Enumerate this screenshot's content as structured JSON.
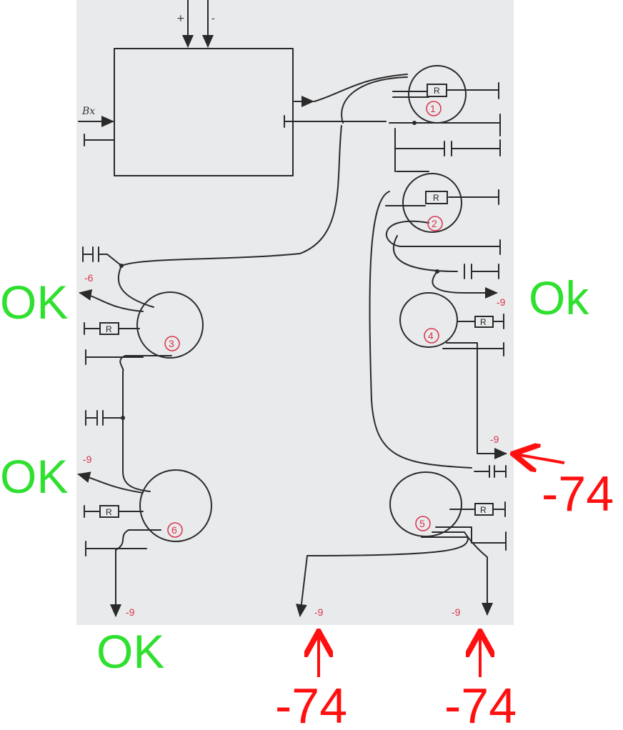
{
  "ic": {
    "plus": "+",
    "minus": "-",
    "input": "Bx"
  },
  "resistor": "R",
  "tubes": [
    {
      "id": "1",
      "label": "1"
    },
    {
      "id": "2",
      "label": "2"
    },
    {
      "id": "3",
      "label": "3"
    },
    {
      "id": "4",
      "label": "4"
    },
    {
      "id": "5",
      "label": "5"
    },
    {
      "id": "6",
      "label": "6"
    }
  ],
  "voltages": {
    "t3_out": "-6",
    "t4_out": "-9",
    "t6_out": "-9",
    "t5_right": "-9",
    "bottom_left": "-9",
    "bottom_mid": "-9",
    "bottom_right": "-9"
  },
  "annotations": {
    "ok_left_top": "OK",
    "ok_right_top": "Ok",
    "ok_left_mid": "OK",
    "ok_bottom": "OK",
    "measured_right": "-74",
    "measured_bottom_mid": "-74",
    "measured_bottom_right": "-74"
  },
  "colors": {
    "paper": "#e9eaec",
    "ink": "#2a2a2a",
    "handwritten_red": "#d8334a",
    "ok_green": "#2fe02f",
    "measure_red": "#ff1010"
  }
}
